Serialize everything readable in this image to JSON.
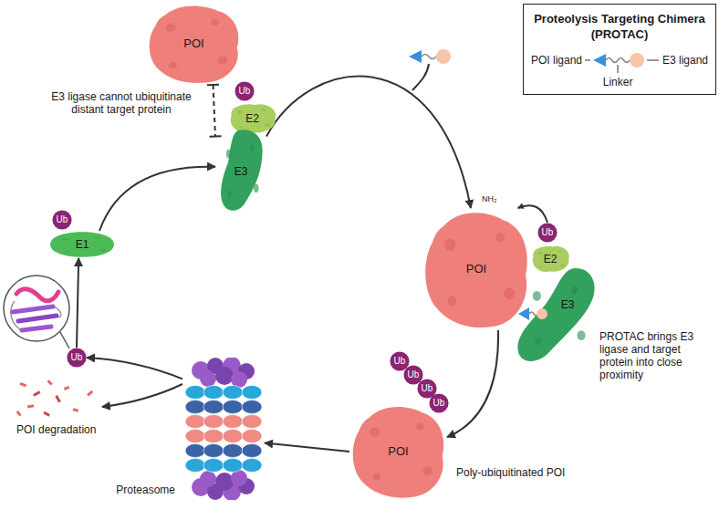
{
  "diagram": {
    "nodes": [
      {
        "text": [
          "POI"
        ]
      },
      {
        "text": [
          "Ub"
        ]
      },
      {
        "text": [
          "E2"
        ]
      },
      {
        "text": [
          "E3"
        ]
      },
      {
        "text": [
          "E1"
        ]
      },
      {
        "text": [
          "Ub"
        ]
      },
      {
        "text": [
          "Proteolysis Targeting Chimera (PROTAC)",
          "POI ligand",
          "Linker",
          "E3 ligand"
        ]
      },
      {
        "text": [
          "POI"
        ]
      },
      {
        "text": [
          "Ub"
        ]
      },
      {
        "text": [
          "E2"
        ]
      },
      {
        "text": [
          "E3"
        ]
      },
      {
        "text": [
          "POI"
        ]
      },
      {
        "text": [
          "Ub"
        ]
      },
      {
        "text": [
          "Ub"
        ]
      },
      {
        "text": [
          "Ub"
        ]
      },
      {
        "text": [
          "Ub"
        ]
      },
      {
        "text": [
          "Proteasome"
        ]
      },
      {
        "text": [
          "Ub"
        ]
      }
    ],
    "edges": [
      {
        "from": 0,
        "to": 3,
        "arrow": "none"
      },
      {
        "from": 4,
        "to": 3,
        "arrow": "to"
      },
      {
        "from": 3,
        "to": 7,
        "arrow": "to"
      },
      {
        "from": 8,
        "to": 7,
        "arrow": "to"
      },
      {
        "from": 7,
        "to": 11,
        "arrow": "to"
      },
      {
        "from": 11,
        "to": 16,
        "arrow": "to"
      },
      {
        "from": 16,
        "to": 17,
        "arrow": "to"
      },
      {
        "from": 17,
        "to": 4,
        "arrow": "to"
      }
    ],
    "labels": [
      "E3 ligase cannot ubiquitinate distant target protein",
      "NH₂",
      "PROTAC brings E3 ligase and target protein into close proximity",
      "Poly-ubiquitinated POI",
      "POI degradation"
    ]
  }
}
